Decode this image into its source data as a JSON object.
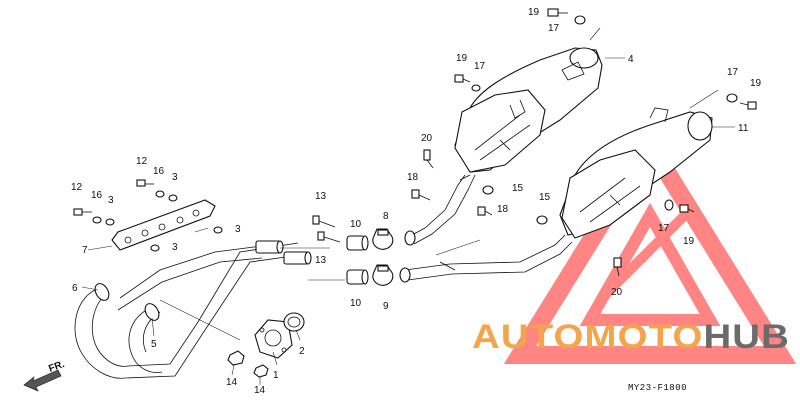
{
  "diagram": {
    "drawing_code": "MY23-F1800",
    "direction_label": "FR.",
    "callouts": {
      "c1": "1",
      "c2": "2",
      "c3a": "3",
      "c3b": "3",
      "c3c": "3",
      "c3d": "3",
      "c4": "4",
      "c5": "5",
      "c6": "6",
      "c7": "7",
      "c8": "8",
      "c9": "9",
      "c10a": "10",
      "c10b": "10",
      "c11": "11",
      "c12a": "12",
      "c12b": "12",
      "c13a": "13",
      "c13b": "13",
      "c14a": "14",
      "c14b": "14",
      "c15a": "15",
      "c15b": "15",
      "c16a": "16",
      "c16b": "16",
      "c17a": "17",
      "c17b": "17",
      "c17c": "17",
      "c17d": "17",
      "c18a": "18",
      "c18b": "18",
      "c19a": "19",
      "c19b": "19",
      "c19c": "19",
      "c19d": "19",
      "c20a": "20",
      "c20b": "20"
    }
  },
  "watermark": {
    "brand_part1": "AUTOMOTO",
    "brand_part2": "HUB",
    "color_primary": "#f4a44a",
    "color_secondary": "#6b6b6b",
    "triangle_color": "#ff6f6f"
  }
}
